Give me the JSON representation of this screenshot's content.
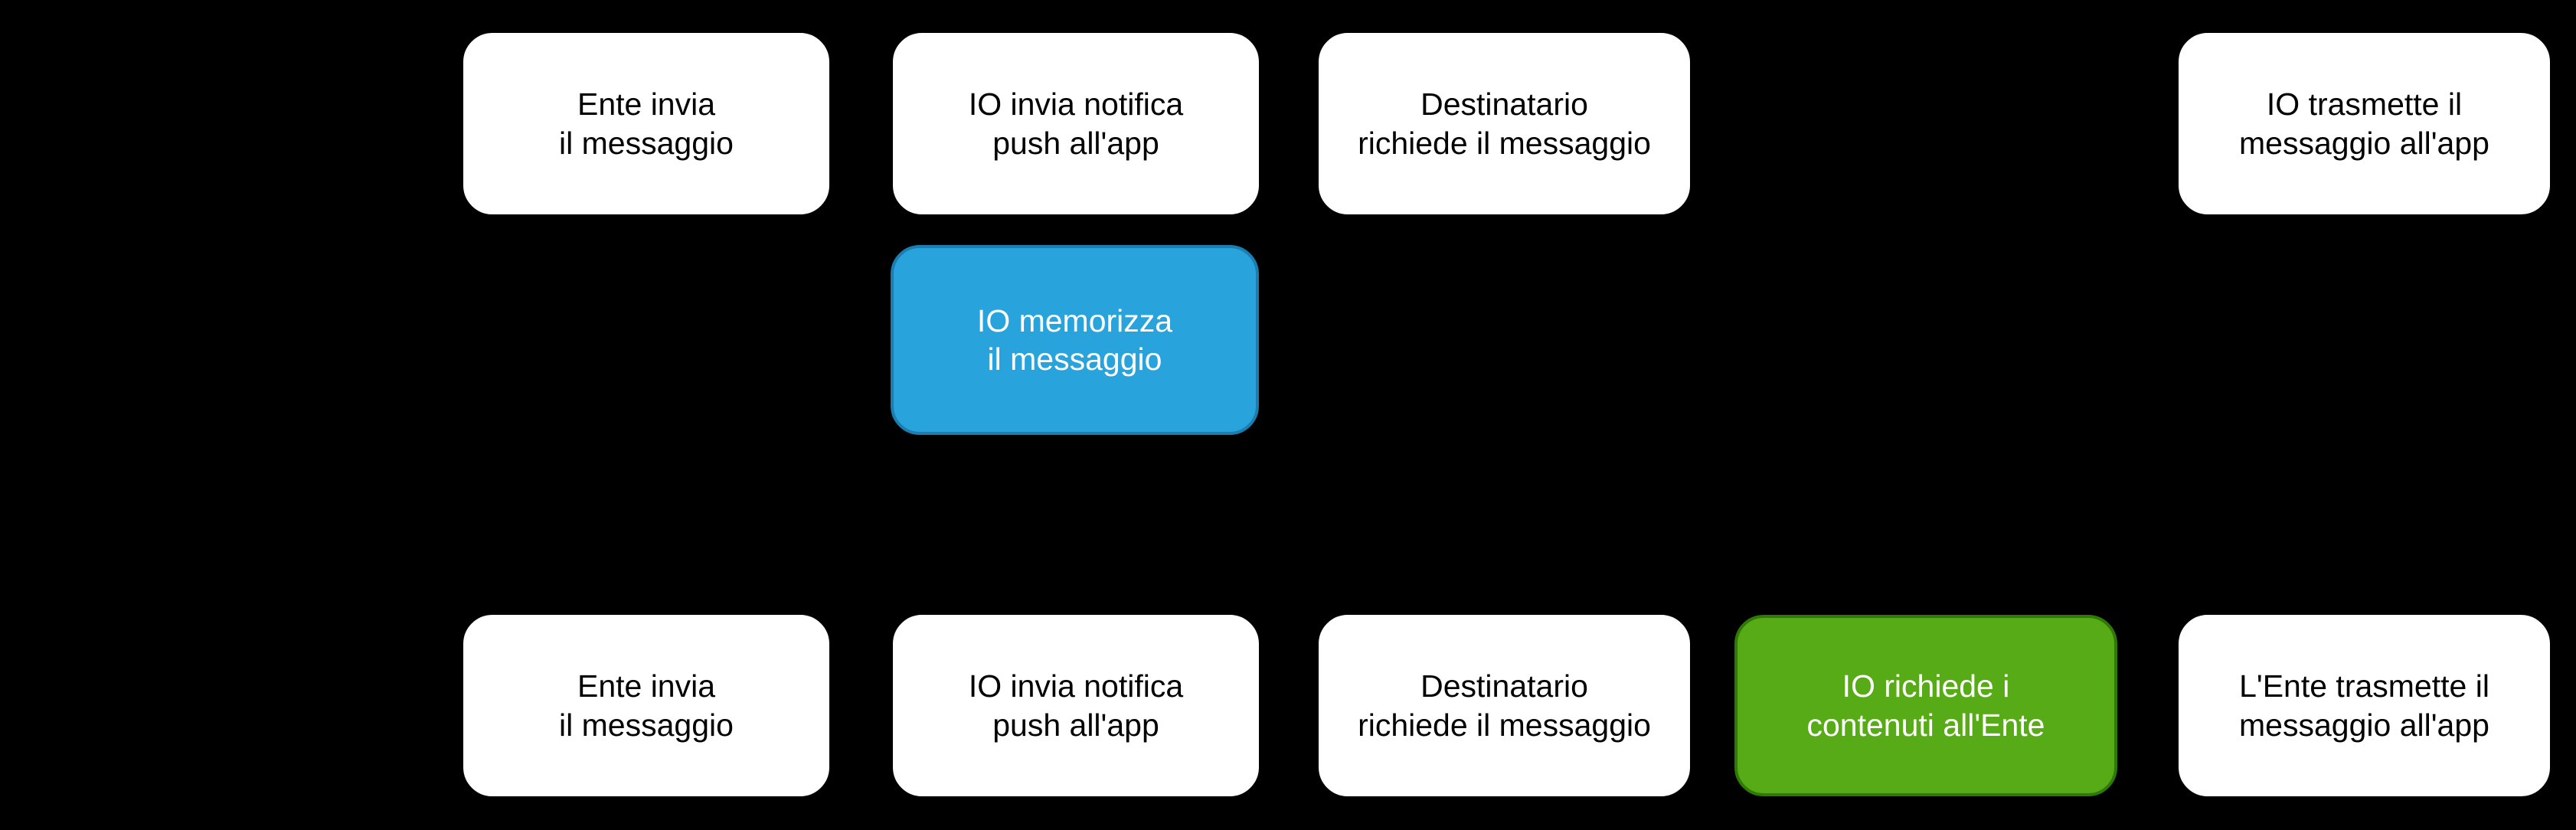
{
  "diagram": {
    "background_color": "#000000",
    "title": "",
    "palette": {
      "white_fill": "#ffffff",
      "white_text": "#000000",
      "blue_fill": "#29a3dc",
      "blue_border": "#1a7fb0",
      "green_fill": "#57ab17",
      "green_border": "#2f7a04",
      "accent_text": "#ffffff"
    },
    "rows": [
      {
        "name": "flow-row-top",
        "nodes": [
          {
            "id": "top-ente-invia",
            "style": "white",
            "line1": "Ente invia",
            "line2": "il messaggio"
          },
          {
            "id": "top-io-notifica",
            "style": "white",
            "line1": "IO invia notifica",
            "line2": "push all'app"
          },
          {
            "id": "top-destinatario",
            "style": "white",
            "line1": "Destinatario",
            "line2": "richiede il messaggio"
          },
          {
            "id": "top-io-trasmette",
            "style": "white",
            "line1": "IO trasmette il",
            "line2": "messaggio all'app"
          }
        ]
      },
      {
        "name": "flow-row-middle",
        "nodes": [
          {
            "id": "mid-io-memorizza",
            "style": "blue",
            "line1": "IO memorizza",
            "line2": "il messaggio"
          }
        ]
      },
      {
        "name": "flow-row-bottom",
        "nodes": [
          {
            "id": "bot-ente-invia",
            "style": "white",
            "line1": "Ente invia",
            "line2": "il messaggio"
          },
          {
            "id": "bot-io-notifica",
            "style": "white",
            "line1": "IO invia notifica",
            "line2": "push all'app"
          },
          {
            "id": "bot-destinatario",
            "style": "white",
            "line1": "Destinatario",
            "line2": "richiede il messaggio"
          },
          {
            "id": "bot-io-richiede",
            "style": "green",
            "line1": "IO richiede i",
            "line2": "contenuti all'Ente"
          },
          {
            "id": "bot-ente-trasmette",
            "style": "white",
            "line1": "L'Ente trasmette il",
            "line2": "messaggio all'app"
          }
        ]
      }
    ]
  }
}
